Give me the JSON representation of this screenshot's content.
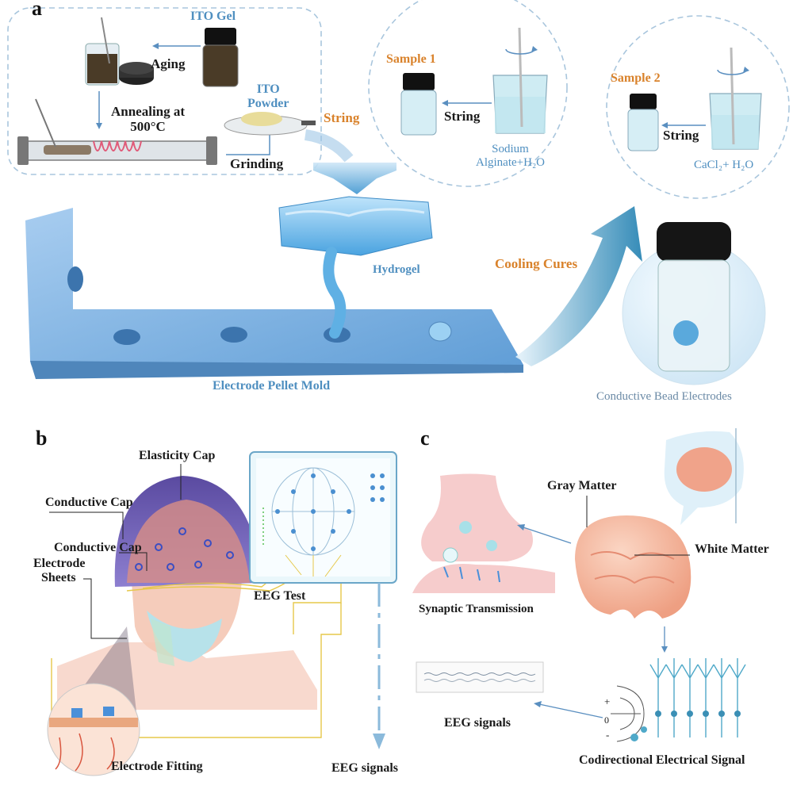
{
  "panels": {
    "a": "a",
    "b": "b",
    "c": "c"
  },
  "panel_a": {
    "ito_gel": "ITO Gel",
    "aging": "Aging",
    "annealing_line1": "Annealing at",
    "annealing_line2": "500°C",
    "ito_powder_line1": "ITO",
    "ito_powder_line2": "Powder",
    "grinding": "Grinding",
    "string_orange": "String",
    "sample1": "Sample 1",
    "string_1": "String",
    "sodium_line1": "Sodium",
    "sodium_line2": "Alginate+H₂O",
    "sample2": "Sample 2",
    "string_2": "String",
    "cacl2": "CaCl₂+ H₂O",
    "hydrogel": "Hydrogel",
    "cooling_cures": "Cooling Cures",
    "mold": "Electrode Pellet Mold",
    "bead_electrodes": "Conductive Bead Electrodes"
  },
  "panel_b": {
    "elasticity_cap": "Elasticity Cap",
    "conductive_cap_1": "Conductive Cap",
    "conductive_cap_2": "Conductive Cap",
    "electrode_line1": "Electrode",
    "electrode_line2": "Sheets",
    "eeg_test": "EEG Test",
    "electrode_fitting": "Electrode Fitting",
    "eeg_signals": "EEG signals"
  },
  "panel_c": {
    "gray_matter": "Gray Matter",
    "white_matter": "White Matter",
    "synaptic": "Synaptic Transmission",
    "eeg_signals": "EEG signals",
    "codirectional": "Codirectional Electrical Signal",
    "plus": "+",
    "zero": "0",
    "minus": "-"
  },
  "colors": {
    "mold": "#7fb2e0",
    "hydrogel": "#6fb8e6",
    "accent_orange": "#d9822b",
    "accent_blue": "#4f8fc0",
    "brain": "#f2b9a0",
    "cap": "#6a5fb0",
    "wire": "#e6c84a"
  }
}
